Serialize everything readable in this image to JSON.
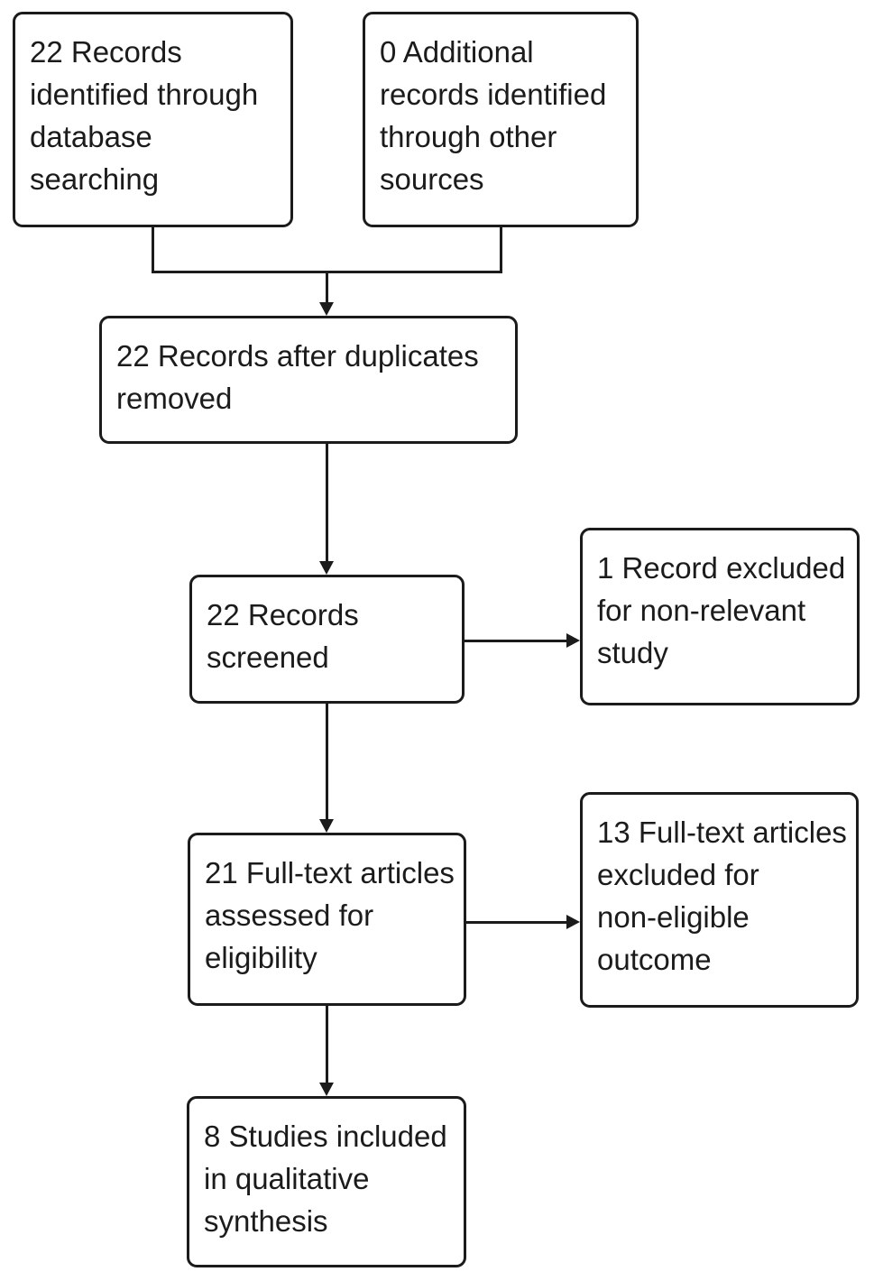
{
  "diagram": {
    "type": "prisma-flowchart",
    "background_color": "#ffffff",
    "stroke_color": "#1b1b1b",
    "text_color": "#1b1b1b",
    "boxes": [
      {
        "id": "records-identified-database",
        "count": 22,
        "lines": [
          "22 Records",
          "identified through",
          "database",
          "searching"
        ]
      },
      {
        "id": "records-identified-other",
        "count": 0,
        "lines": [
          "0 Additional",
          "records identified",
          "through other",
          "sources"
        ]
      },
      {
        "id": "records-after-duplicates",
        "count": 22,
        "lines": [
          "22 Records after duplicates",
          "removed"
        ]
      },
      {
        "id": "records-screened",
        "count": 22,
        "lines": [
          "22 Records",
          "screened"
        ]
      },
      {
        "id": "records-excluded",
        "count": 1,
        "lines": [
          "1 Record excluded",
          "for non-relevant",
          "study"
        ]
      },
      {
        "id": "fulltext-assessed",
        "count": 21,
        "lines": [
          "21 Full-text articles",
          "assessed for",
          "eligibility"
        ]
      },
      {
        "id": "fulltext-excluded",
        "count": 13,
        "lines": [
          "13 Full-text articles",
          "excluded for",
          "non-eligible",
          "outcome"
        ]
      },
      {
        "id": "studies-included",
        "count": 8,
        "lines": [
          "8 Studies included",
          "in qualitative",
          "synthesis"
        ]
      }
    ],
    "flow": [
      {
        "from": "records-identified-database",
        "to": "records-after-duplicates"
      },
      {
        "from": "records-identified-other",
        "to": "records-after-duplicates"
      },
      {
        "from": "records-after-duplicates",
        "to": "records-screened"
      },
      {
        "from": "records-screened",
        "to": "records-excluded"
      },
      {
        "from": "records-screened",
        "to": "fulltext-assessed"
      },
      {
        "from": "fulltext-assessed",
        "to": "fulltext-excluded"
      },
      {
        "from": "fulltext-assessed",
        "to": "studies-included"
      }
    ]
  }
}
